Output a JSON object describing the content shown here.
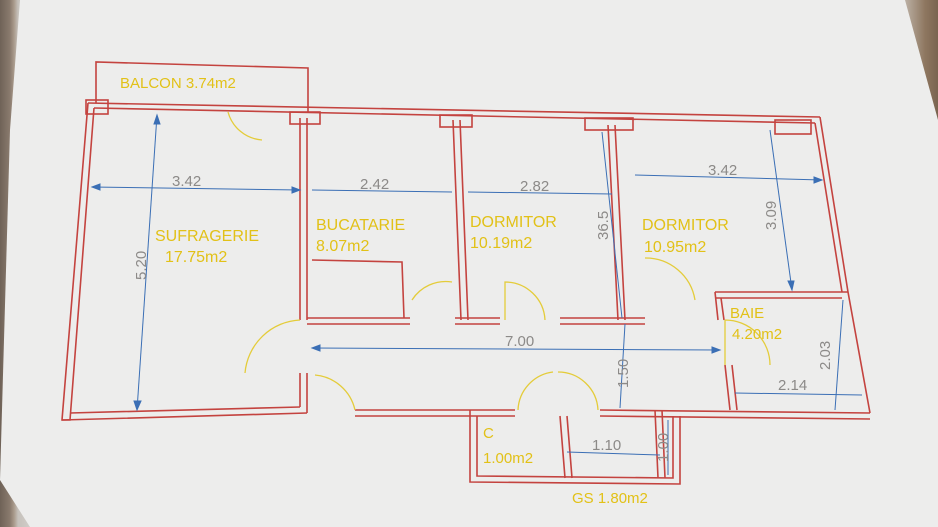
{
  "colors": {
    "wall": "#c4433f",
    "dimension": "#3b6fb5",
    "label": "#e2c117",
    "door": "#e4cc3a"
  },
  "rooms": {
    "balcon": "BALCON 3.74m2",
    "sufragerie_name": "SUFRAGERIE",
    "sufragerie_area": "17.75m2",
    "bucatarie_name": "BUCATARIE",
    "bucatarie_area": "8.07m2",
    "dormitor1_name": "DORMITOR",
    "dormitor1_area": "10.19m2",
    "dormitor2_name": "DORMITOR",
    "dormitor2_area": "10.95m2",
    "baie_name": "BAIE",
    "baie_area": "4.20m2",
    "c_name": "C",
    "c_area": "1.00m2",
    "gs": "GS 1.80m2"
  },
  "dimensions": {
    "sufragerie_width": "3.42",
    "bucatarie_width": "2.42",
    "dormitor1_width": "2.82",
    "dormitor2_width": "3.42",
    "sufragerie_height": "5.20",
    "dormitor1_height": "36.5",
    "dormitor2_height": "3.09",
    "hall_length": "7.00",
    "hall_height": "1.50",
    "baie_height": "2.03",
    "baie_width": "2.14",
    "gs_width": "1.10",
    "gs_height": "1.00"
  }
}
